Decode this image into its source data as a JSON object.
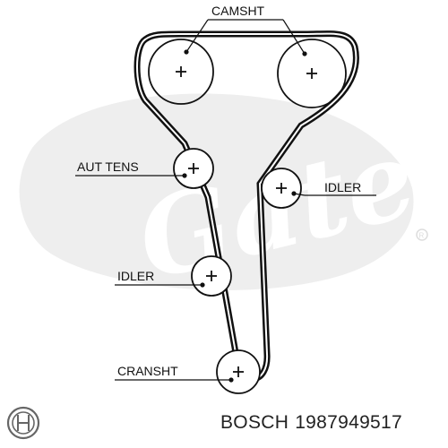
{
  "diagram": {
    "labels": {
      "camshaft": "CAMSHT",
      "auto_tensioner": "AUT TENS",
      "idler_right": "IDLER",
      "idler_left": "IDLER",
      "crankshaft": "CRANSHT"
    },
    "watermark": "Gates",
    "colors": {
      "belt": "#111111",
      "watermark": "#e6e6e6"
    }
  },
  "footer": {
    "brand": "BOSCH",
    "part_number": "1987949517"
  }
}
